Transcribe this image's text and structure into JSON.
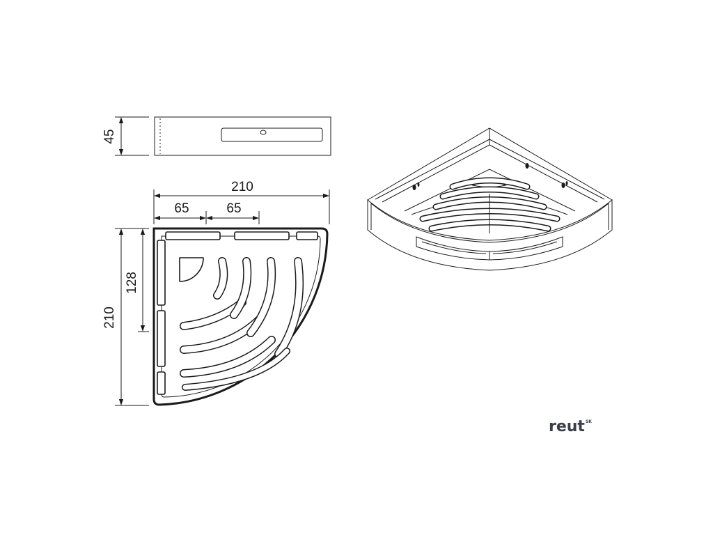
{
  "dimensions": {
    "height": "45",
    "total_width": "210",
    "segment_1": "65",
    "segment_2": "65",
    "total_depth": "210",
    "inner_depth": "128"
  },
  "logo": {
    "word": "reut",
    "superscript": "SK"
  }
}
